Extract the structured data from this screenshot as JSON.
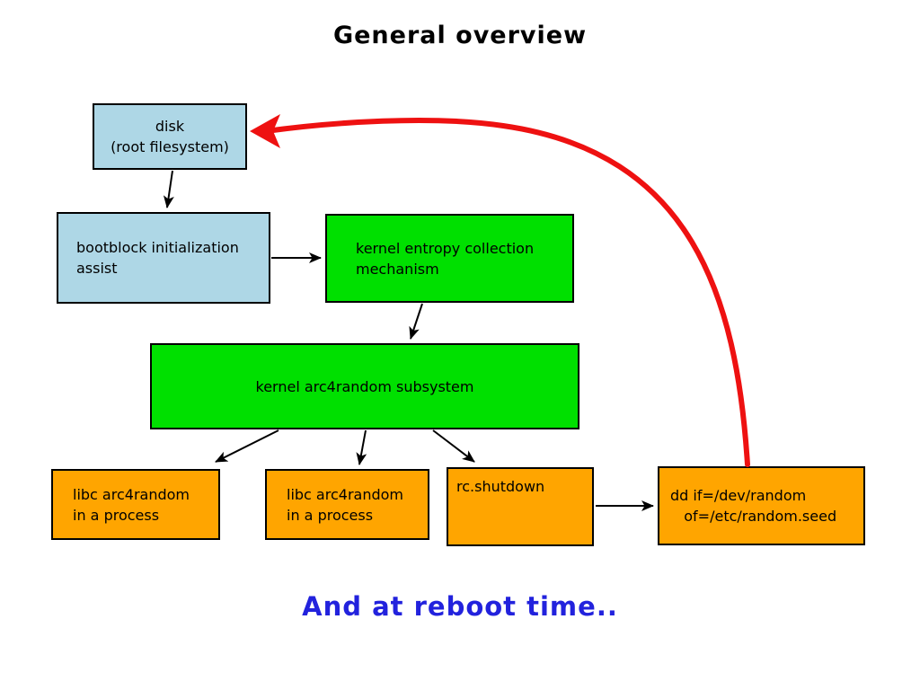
{
  "title": "General overview",
  "footer": "And at reboot time..",
  "boxes": {
    "disk": "disk\n(root filesystem)",
    "bootblock": "bootblock initialization\nassist",
    "entropy": "kernel entropy collection\nmechanism",
    "arc4_kernel": "kernel arc4random subsystem",
    "libc_process_1": "libc arc4random\nin a process",
    "libc_process_2": "libc arc4random\nin a process",
    "rc_shutdown": "rc.shutdown",
    "dd_seed": "dd if=/dev/random\n   of=/etc/random.seed"
  },
  "colors": {
    "box_blue": "#aed7e6",
    "box_green": "#00e000",
    "box_orange": "#ffa500",
    "arrow_black": "#000000",
    "arrow_red": "#ee1111",
    "footer_blue": "#2222dd"
  }
}
